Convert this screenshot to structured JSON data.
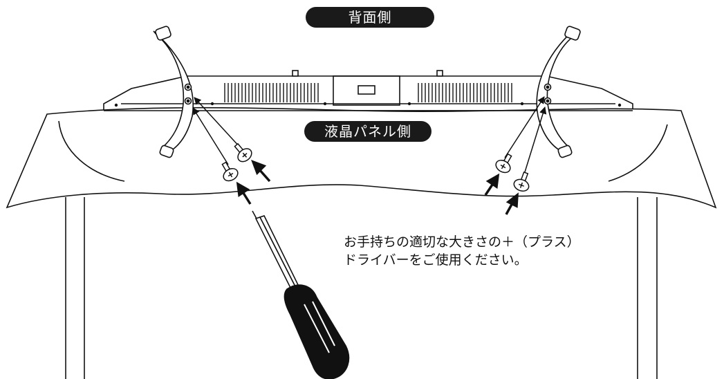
{
  "labels": {
    "back_side": "背面側",
    "panel_side": "液晶パネル側"
  },
  "instruction": {
    "line1": "お手持ちの適切な大きさの＋（プラス）",
    "line2": "ドライバーをご使用ください。"
  },
  "colors": {
    "ink": "#111111",
    "pill": "#1a1a1a",
    "paper": "#ffffff"
  }
}
